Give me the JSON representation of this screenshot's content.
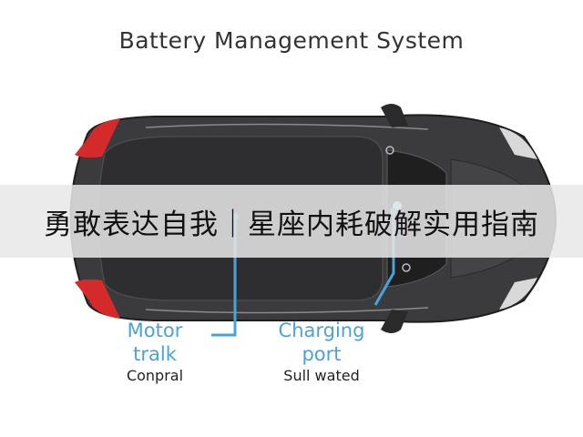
{
  "diagram": {
    "title": "Battery Management System"
  },
  "banner": {
    "text": "勇敢表达自我｜星座内耗破解实用指南"
  },
  "labels": {
    "motor": {
      "line1": "Motor",
      "line2": "tralk",
      "sub": "Conpral"
    },
    "charging": {
      "line1": "Charging",
      "line2": "port",
      "sub": "Sull wated"
    }
  },
  "colors": {
    "accent": "#4aa3d8",
    "car_body": "#3b3b3d",
    "tail_light": "#d42a2a"
  }
}
